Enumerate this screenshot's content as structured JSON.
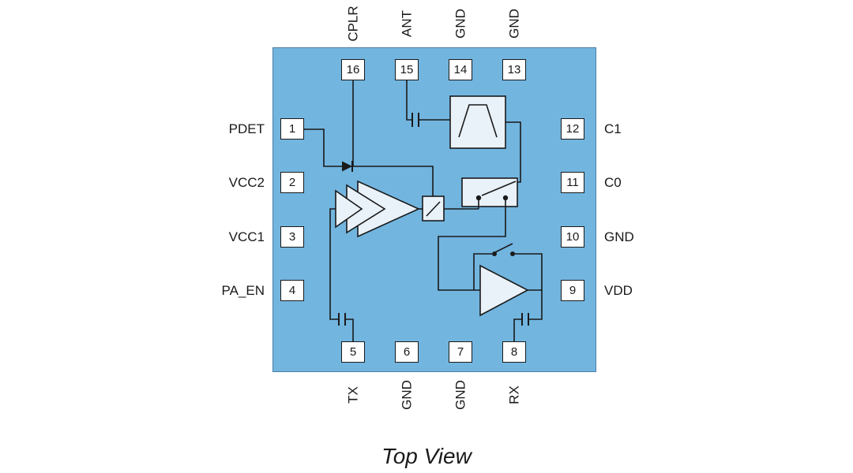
{
  "title": "Top View",
  "colors": {
    "chip_fill": "#72B5DF",
    "chip_border": "#4D7EA8",
    "pin_fill": "#FFFFFF",
    "module_fill": "#E9F1F9",
    "wire": "#1A1A1A",
    "text": "#1A1A1A"
  },
  "pins": {
    "top": [
      {
        "number": "16",
        "label": "CPLR"
      },
      {
        "number": "15",
        "label": "ANT"
      },
      {
        "number": "14",
        "label": "GND"
      },
      {
        "number": "13",
        "label": "GND"
      }
    ],
    "left": [
      {
        "number": "1",
        "label": "PDET"
      },
      {
        "number": "2",
        "label": "VCC2"
      },
      {
        "number": "3",
        "label": "VCC1"
      },
      {
        "number": "4",
        "label": "PA_EN"
      }
    ],
    "right": [
      {
        "number": "12",
        "label": "C1"
      },
      {
        "number": "11",
        "label": "C0"
      },
      {
        "number": "10",
        "label": "GND"
      },
      {
        "number": "9",
        "label": "VDD"
      }
    ],
    "bottom": [
      {
        "number": "5",
        "label": "TX"
      },
      {
        "number": "6",
        "label": "GND"
      },
      {
        "number": "7",
        "label": "GND"
      },
      {
        "number": "8",
        "label": "RX"
      }
    ]
  }
}
